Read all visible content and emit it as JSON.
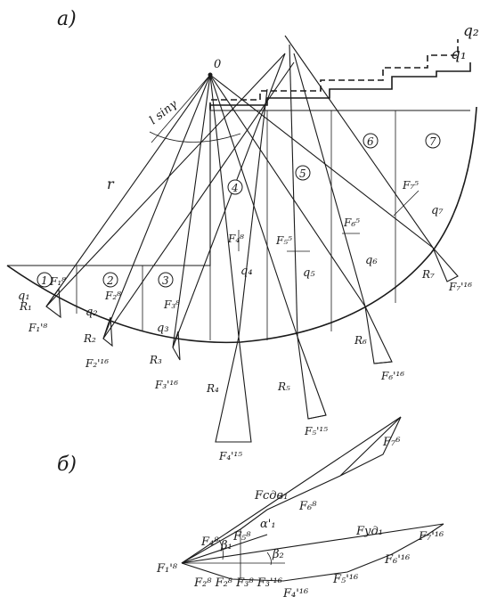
{
  "panel_a": {
    "label": "а)",
    "center": "0",
    "radius": "r",
    "arm": "l sinγ",
    "loads": [
      "q₂",
      "q₁"
    ],
    "slices": [
      "1",
      "2",
      "3",
      "4",
      "5",
      "6",
      "7"
    ],
    "weights": [
      "q₁",
      "q₂",
      "q₃",
      "q₄",
      "q₅",
      "q₆",
      "q₇"
    ],
    "reactions": [
      "R₁",
      "R₂",
      "R₃",
      "R₄",
      "R₅",
      "R₆",
      "R₇"
    ],
    "forces_top": [
      "F₁⁸",
      "F₂⁸",
      "F₃⁸",
      "F₄⁸",
      "F₅⁵",
      "F₆⁵",
      "F₇⁵"
    ],
    "forces_bottom": [
      "F₁'⁸",
      "F₂'¹⁶",
      "F₃'¹⁶",
      "F₄'¹⁵",
      "F₅'¹⁵",
      "F₆'¹⁶",
      "F₇'¹⁶"
    ]
  },
  "panel_b": {
    "label": "б)",
    "F_top": "Fсдв₁",
    "F_right": "Fуд₁",
    "F_tr": "F₇⁶",
    "F_mid": "F₆⁸",
    "alpha": "α'₁",
    "b2": "β₂",
    "b1": "β₁",
    "f4": "F₄⁸",
    "f5": "F₅⁸",
    "f7r": "F₇'¹⁶",
    "f6r": "F₆'¹⁶",
    "f5b": "F₅'¹⁶",
    "f4b": "F₄'¹⁶",
    "f_bl": "F₁'⁸",
    "f23": "F₂⁸ F₂⁸ F₃⁸ F₃'¹⁶"
  }
}
